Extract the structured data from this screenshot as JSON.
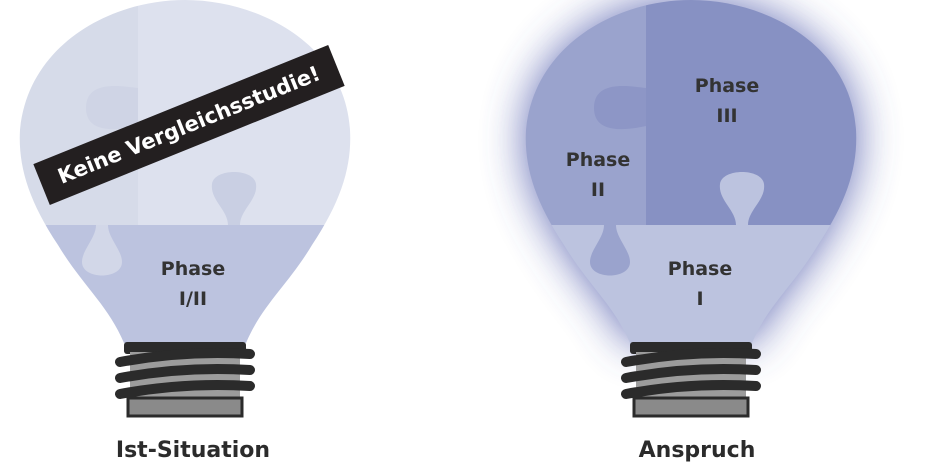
{
  "left_bulb": {
    "banner": "Keine Vergleichsstudie!",
    "phase_label_line1": "Phase",
    "phase_label_line2": "I/II",
    "caption": "Ist-Situation"
  },
  "right_bulb": {
    "phase1_line1": "Phase",
    "phase1_line2": "I",
    "phase2_line1": "Phase",
    "phase2_line2": "II",
    "phase3_line1": "Phase",
    "phase3_line2": "III",
    "caption": "Anspruch"
  },
  "colors": {
    "left_bottom": "#bcc3df",
    "left_top": "#d6dbe9",
    "left_top_right": "#dde1ee",
    "right_phase1": "#bcc3df",
    "right_phase2": "#9aa3cd",
    "right_phase3": "#8791c3",
    "glow": "#4a55a8",
    "banner": "#231f20",
    "base_dark": "#2b2b2b",
    "base_grey": "#8a8a8a",
    "base_light": "#9c9c9c",
    "text": "#333333"
  }
}
